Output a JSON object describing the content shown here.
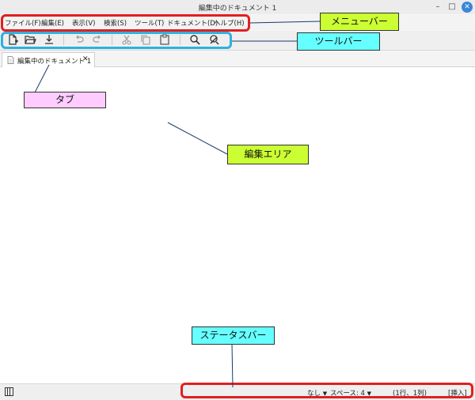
{
  "window": {
    "title": "編集中のドキュメント 1",
    "minimize_glyph": "–",
    "maximize_glyph": "□",
    "close_glyph": "✕"
  },
  "menubar": {
    "items": [
      "ファイル(F)",
      "編集(E)",
      "表示(V)",
      "検索(S)",
      "ツール(T)",
      "ドキュメント(D)",
      "ヘルプ(H)"
    ]
  },
  "toolbar": {
    "icons": [
      "new-document-icon",
      "open-folder-icon",
      "save-download-icon",
      "undo-icon",
      "redo-icon",
      "cut-icon",
      "copy-icon",
      "paste-icon",
      "search-icon",
      "replace-icon"
    ]
  },
  "tabs": [
    {
      "label": "編集中のドキュメント 1",
      "close_glyph": "✕"
    }
  ],
  "statusbar": {
    "syntax": "なし",
    "indent": "スペース: 4",
    "position": "(1行、1列)",
    "mode": "[挿入]",
    "dropdown_glyph": "▼"
  },
  "annotations": {
    "menubar_label": "メニューバー",
    "toolbar_label": "ツールバー",
    "tab_label": "タブ",
    "editor_label": "編集エリア",
    "statusbar_label": "ステータスバー",
    "colors": {
      "red": "#e02020",
      "cyan": "#2fb0e0",
      "lime": "#ccff33",
      "aqua": "#66ffff",
      "pink": "#ffccff"
    }
  }
}
